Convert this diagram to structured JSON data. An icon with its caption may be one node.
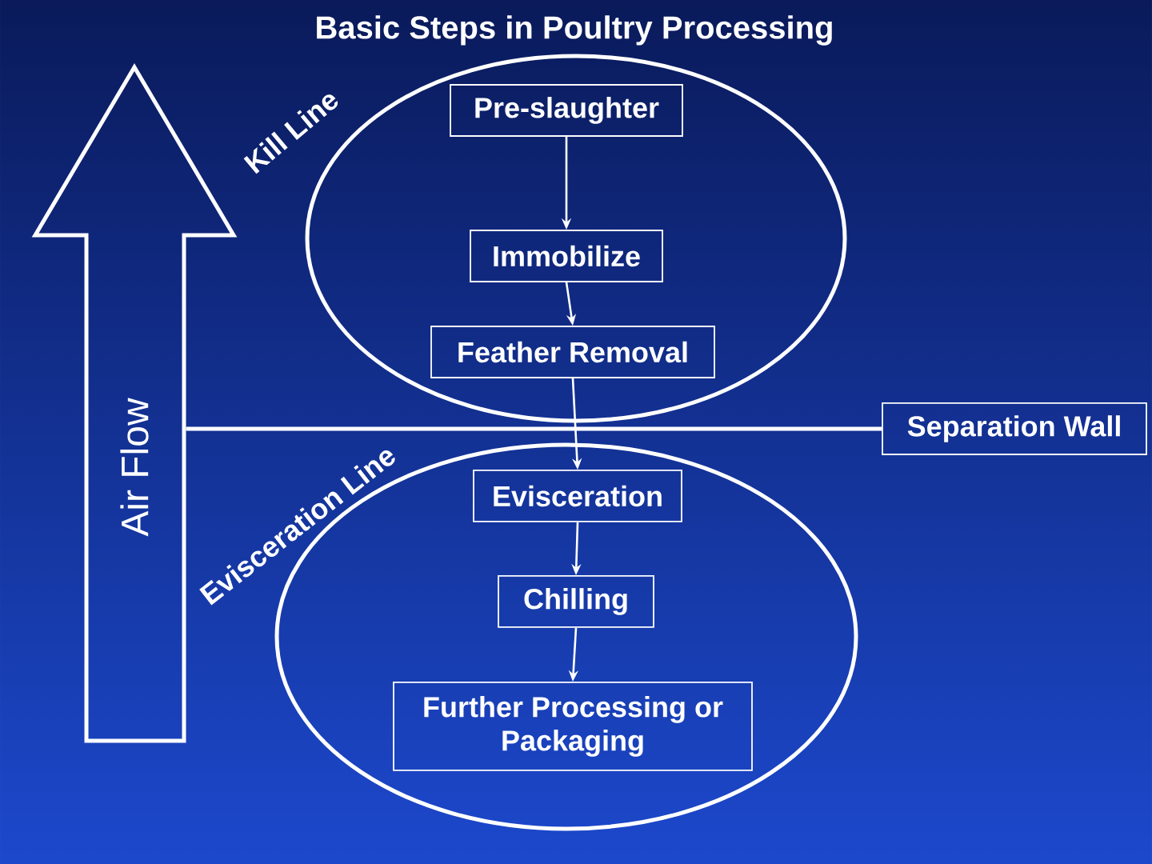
{
  "diagram": {
    "title": "Basic Steps in Poultry Processing",
    "nodes": [
      {
        "text": [
          "Air Flow"
        ]
      },
      {
        "text": [
          "Kill Line"
        ]
      },
      {
        "text": [
          "Pre-slaughter"
        ],
        "in": 1
      },
      {
        "text": [
          "Immobilize"
        ],
        "in": 1
      },
      {
        "text": [
          "Feather Removal"
        ],
        "in": 1
      },
      {
        "text": [
          "Separation Wall"
        ]
      },
      {
        "text": [
          "Evisceration Line"
        ]
      },
      {
        "text": [
          "Evisceration"
        ],
        "in": 6
      },
      {
        "text": [
          "Chilling"
        ],
        "in": 6
      },
      {
        "text": [
          "Further Processing or Packaging"
        ],
        "in": 6
      }
    ],
    "edges": [
      {
        "from": 2,
        "to": 3,
        "arrow": "to"
      },
      {
        "from": 3,
        "to": 4,
        "arrow": "to"
      },
      {
        "from": 4,
        "to": 7,
        "arrow": "to"
      },
      {
        "from": 7,
        "to": 8,
        "arrow": "to"
      },
      {
        "from": 8,
        "to": 9,
        "arrow": "to"
      },
      {
        "from": 5,
        "to": 0,
        "arrow": "none"
      }
    ]
  }
}
